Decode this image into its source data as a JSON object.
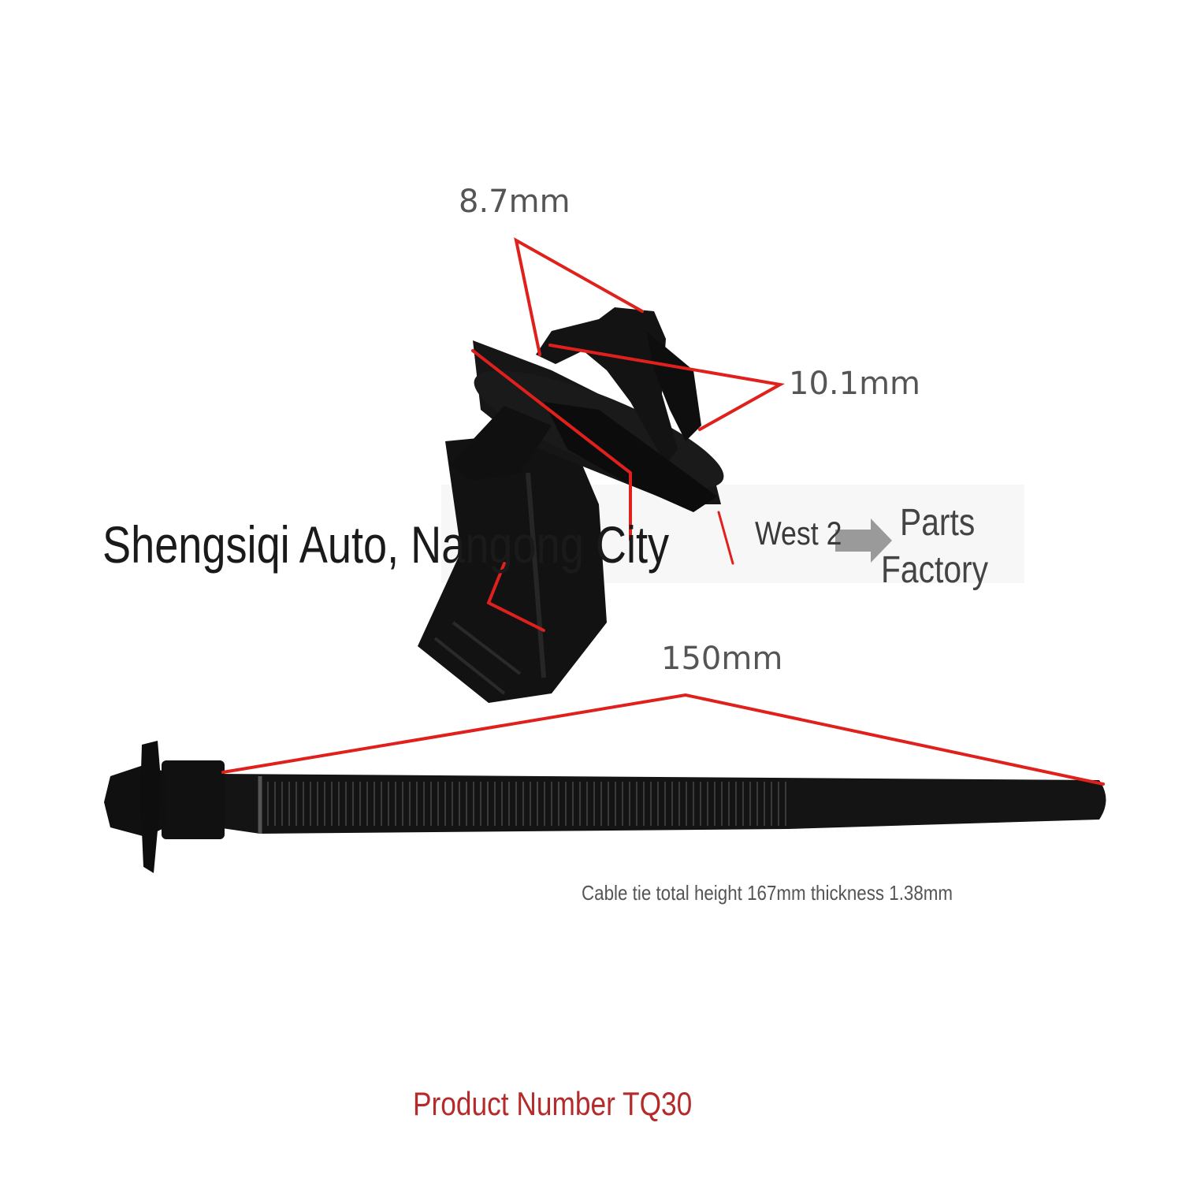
{
  "dimensions": {
    "clip_width": "8.7mm",
    "clip_depth": "10.1mm",
    "strap_length": "150mm"
  },
  "watermark": {
    "company": "Shengsiqi Auto, Nangong City",
    "location": "West 2",
    "factory_line1": "Parts",
    "factory_line2": "Factory"
  },
  "note": "Cable tie total height 167mm thickness 1.38mm",
  "product_label": "Product Number TQ30",
  "colors": {
    "dimension_line": "#e0201c",
    "part_black": "#121212",
    "product_label": "#b52a2a"
  }
}
